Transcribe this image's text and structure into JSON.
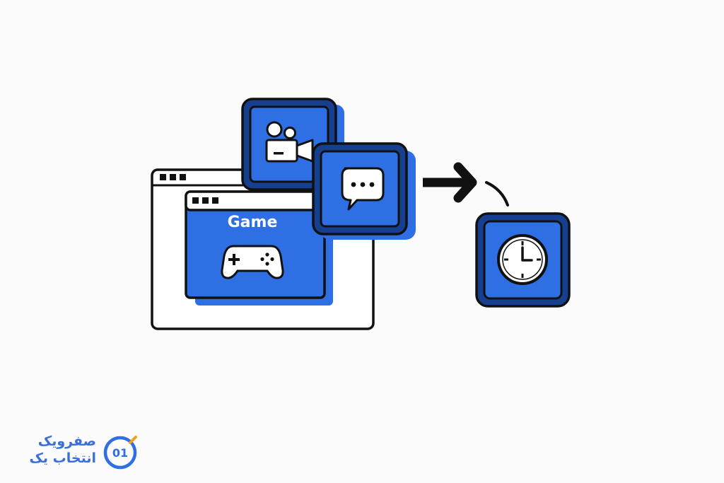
{
  "illustration": {
    "game_window_label": "Game",
    "icons": [
      "video-camera-icon",
      "chat-bubble-icon",
      "gamepad-icon",
      "clock-icon",
      "arrow-right-icon"
    ],
    "colors": {
      "primary_blue": "#2f6fe4",
      "dark_navy": "#163f8f",
      "outline": "#111111",
      "background": "#fbfbfc"
    }
  },
  "logo": {
    "line1": "صفرویک",
    "line2": "انتخاب یک",
    "mark_text": "01"
  }
}
